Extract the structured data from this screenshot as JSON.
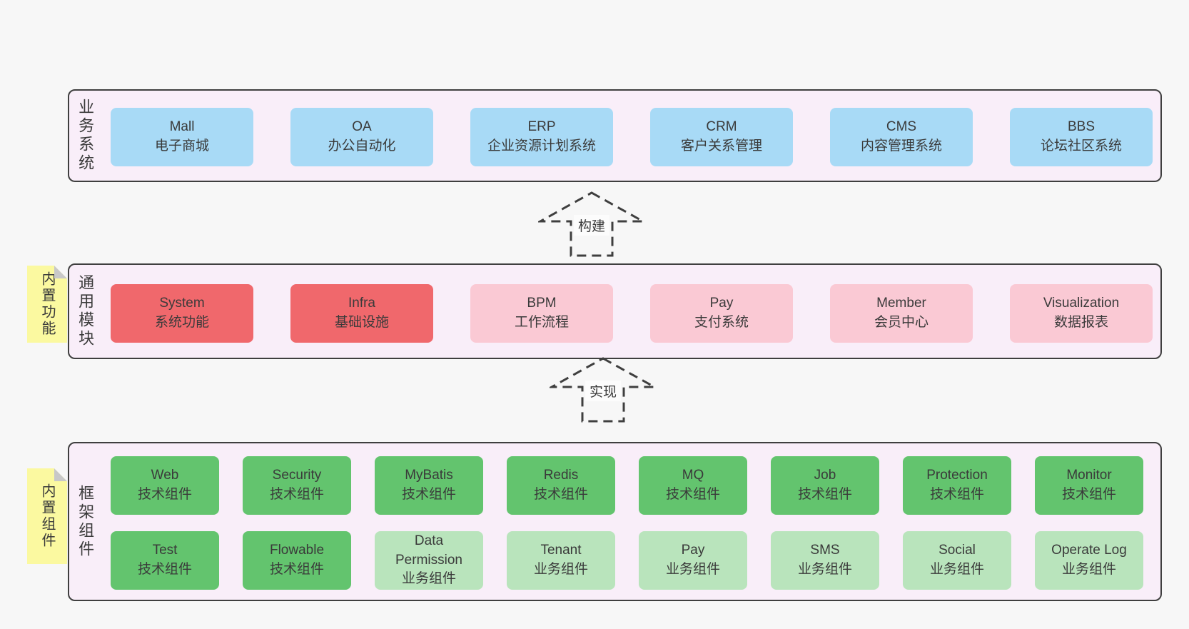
{
  "colors": {
    "page_bg": "#f7f7f7",
    "band_bg": "#f9eef9",
    "band_border": "#3f3f3f",
    "node_blue": "#a8daf6",
    "node_red": "#f0686c",
    "node_pink": "#fac9d4",
    "node_green": "#63c46e",
    "node_light_green": "#b9e4bc",
    "sticky_yellow": "#fbf9a0",
    "sticky_fold_gray": "#c8c8c8",
    "text": "#3a3a3a"
  },
  "arrows": [
    {
      "label": "构建"
    },
    {
      "label": "实现"
    }
  ],
  "bands": [
    {
      "label": "业务系统",
      "rows": [
        [
          {
            "title": "Mall",
            "subtitle": "电子商城"
          },
          {
            "title": "OA",
            "subtitle": "办公自动化"
          },
          {
            "title": "ERP",
            "subtitle": "企业资源计划系统"
          },
          {
            "title": "CRM",
            "subtitle": "客户关系管理"
          },
          {
            "title": "CMS",
            "subtitle": "内容管理系统"
          },
          {
            "title": "BBS",
            "subtitle": "论坛社区系统"
          }
        ]
      ]
    },
    {
      "label": "通用模块",
      "sticky": "内置功能",
      "rows": [
        [
          {
            "title": "System",
            "subtitle": "系统功能"
          },
          {
            "title": "Infra",
            "subtitle": "基础设施"
          },
          {
            "title": "BPM",
            "subtitle": "工作流程"
          },
          {
            "title": "Pay",
            "subtitle": "支付系统"
          },
          {
            "title": "Member",
            "subtitle": "会员中心"
          },
          {
            "title": "Visualization",
            "subtitle": "数据报表"
          }
        ]
      ]
    },
    {
      "label": "框架组件",
      "sticky": "内置组件",
      "rows": [
        [
          {
            "title": "Web",
            "subtitle": "技术组件"
          },
          {
            "title": "Security",
            "subtitle": "技术组件"
          },
          {
            "title": "MyBatis",
            "subtitle": "技术组件"
          },
          {
            "title": "Redis",
            "subtitle": "技术组件"
          },
          {
            "title": "MQ",
            "subtitle": "技术组件"
          },
          {
            "title": "Job",
            "subtitle": "技术组件"
          },
          {
            "title": "Protection",
            "subtitle": "技术组件"
          },
          {
            "title": "Monitor",
            "subtitle": "技术组件"
          }
        ],
        [
          {
            "title": "Test",
            "subtitle": "技术组件"
          },
          {
            "title": "Flowable",
            "subtitle": "技术组件"
          },
          {
            "title": "Data Permission",
            "subtitle": "业务组件"
          },
          {
            "title": "Tenant",
            "subtitle": "业务组件"
          },
          {
            "title": "Pay",
            "subtitle": "业务组件"
          },
          {
            "title": "SMS",
            "subtitle": "业务组件"
          },
          {
            "title": "Social",
            "subtitle": "业务组件"
          },
          {
            "title": "Operate Log",
            "subtitle": "业务组件"
          }
        ]
      ]
    }
  ]
}
